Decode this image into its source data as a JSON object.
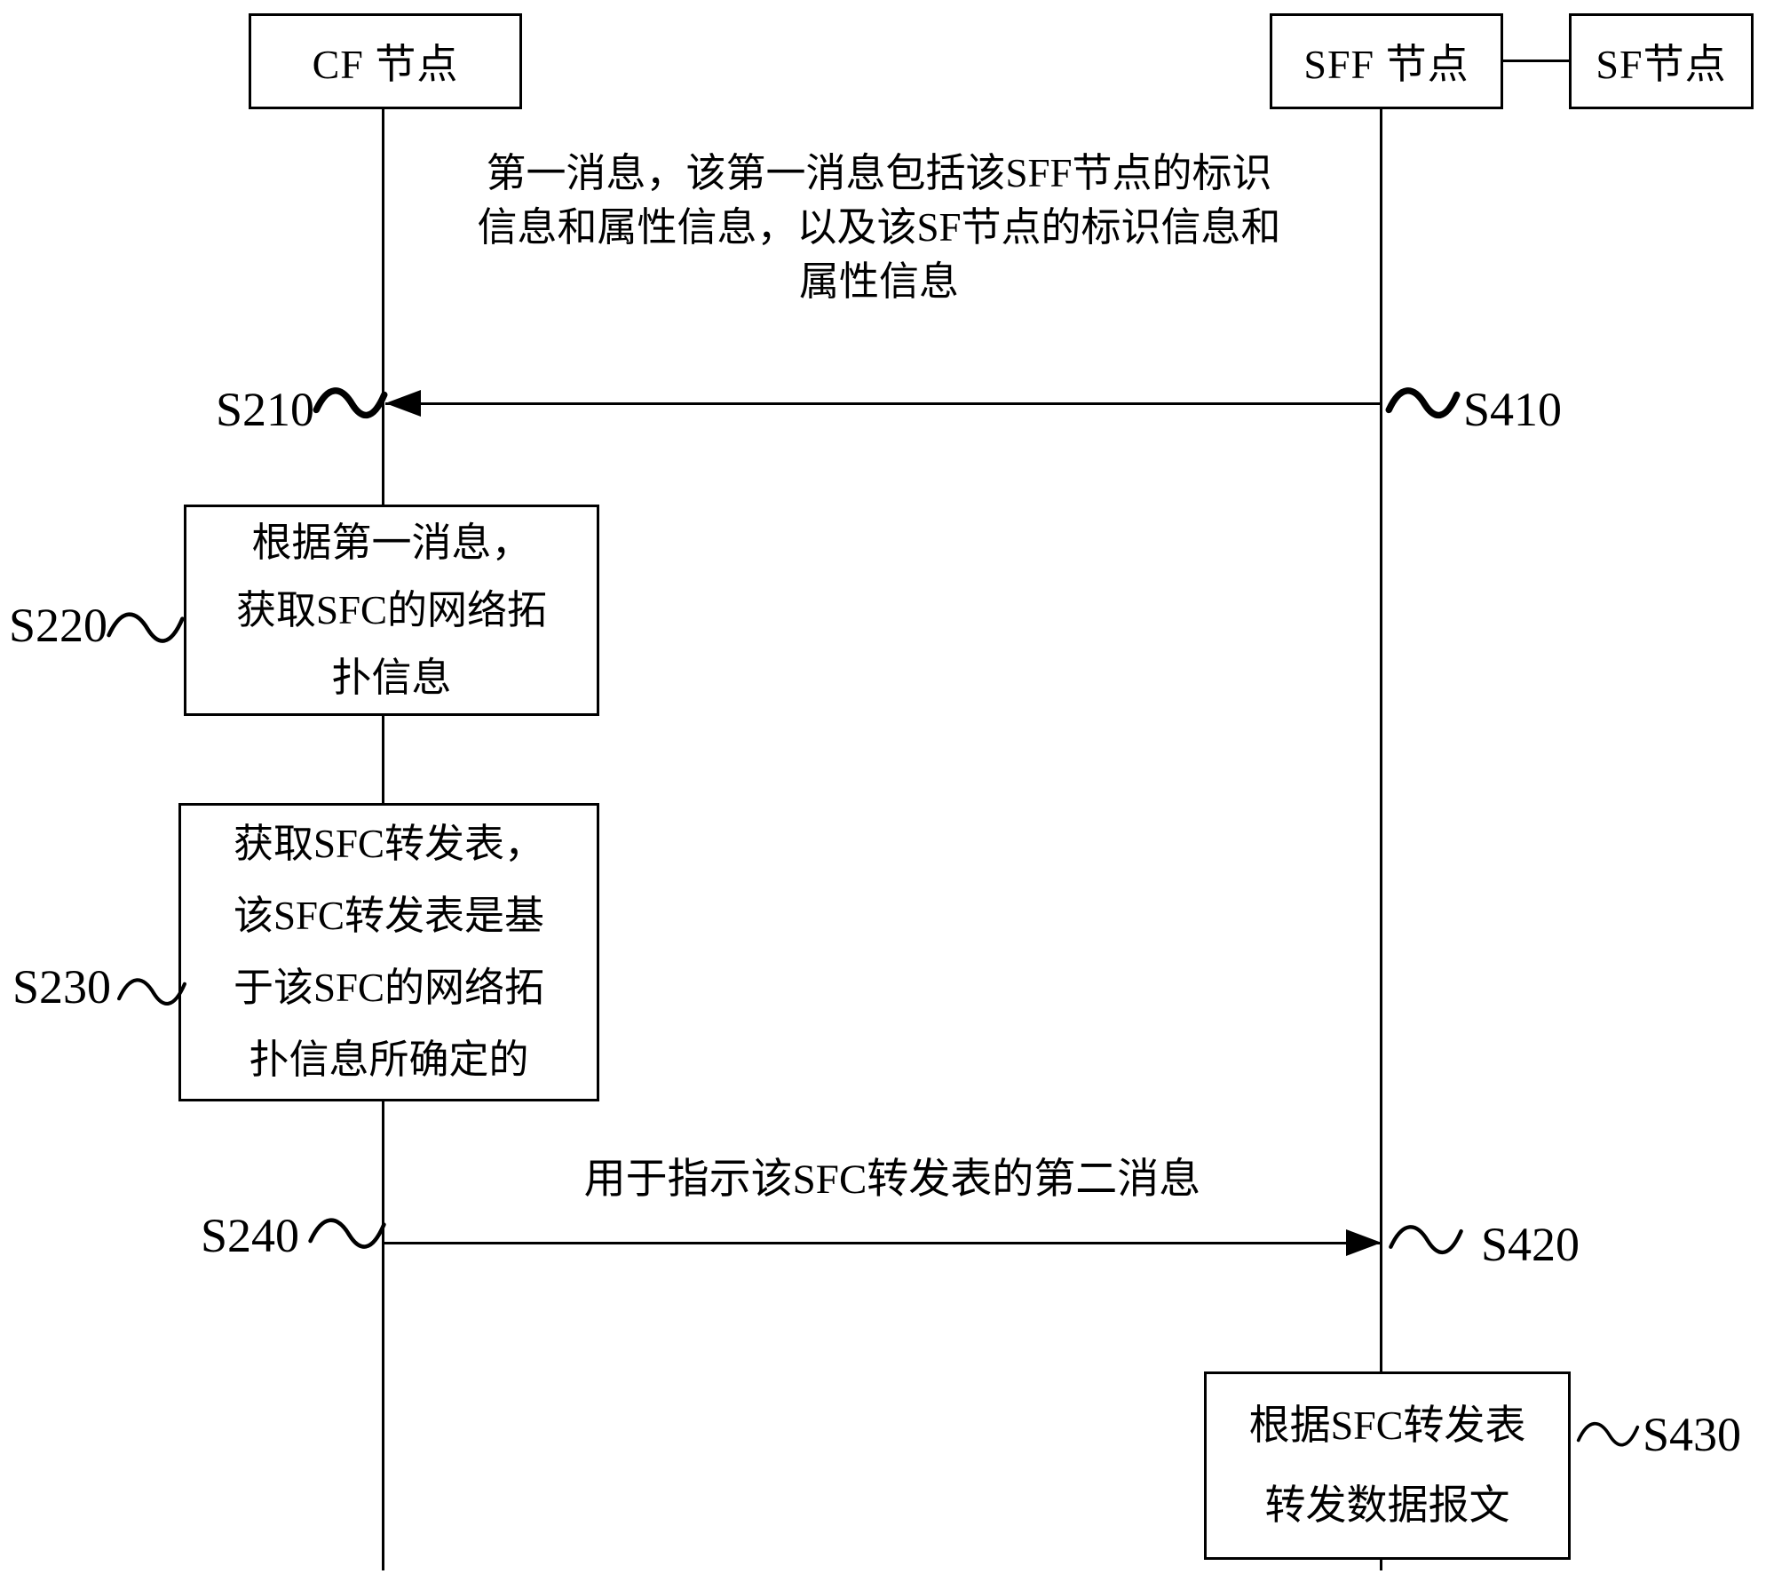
{
  "figure": {
    "nodes": {
      "cf": "CF 节点",
      "sff": "SFF 节点",
      "sf": "SF节点"
    },
    "steps": {
      "s210": "S210",
      "s220": "S220",
      "s230": "S230",
      "s240": "S240",
      "s410": "S410",
      "s420": "S420",
      "s430": "S430"
    },
    "messages": {
      "first": {
        "lines": [
          "第一消息，该第一消息包括该SFF节点的标识",
          "信息和属性信息，以及该SF节点的标识信息和",
          "属性信息"
        ]
      },
      "second": {
        "text": "用于指示该SFC转发表的第二消息"
      }
    },
    "boxes": {
      "s220": {
        "lines": [
          "根据第一消息，",
          "获取SFC的网络拓",
          "扑信息"
        ]
      },
      "s230": {
        "lines": [
          "获取SFC转发表，",
          "该SFC转发表是基",
          "于该SFC的网络拓",
          "扑信息所确定的"
        ]
      },
      "s430": {
        "lines": [
          "根据SFC转发表",
          "转发数据报文"
        ]
      }
    },
    "colors": {
      "ink": "#000000",
      "background": "#ffffff"
    }
  }
}
